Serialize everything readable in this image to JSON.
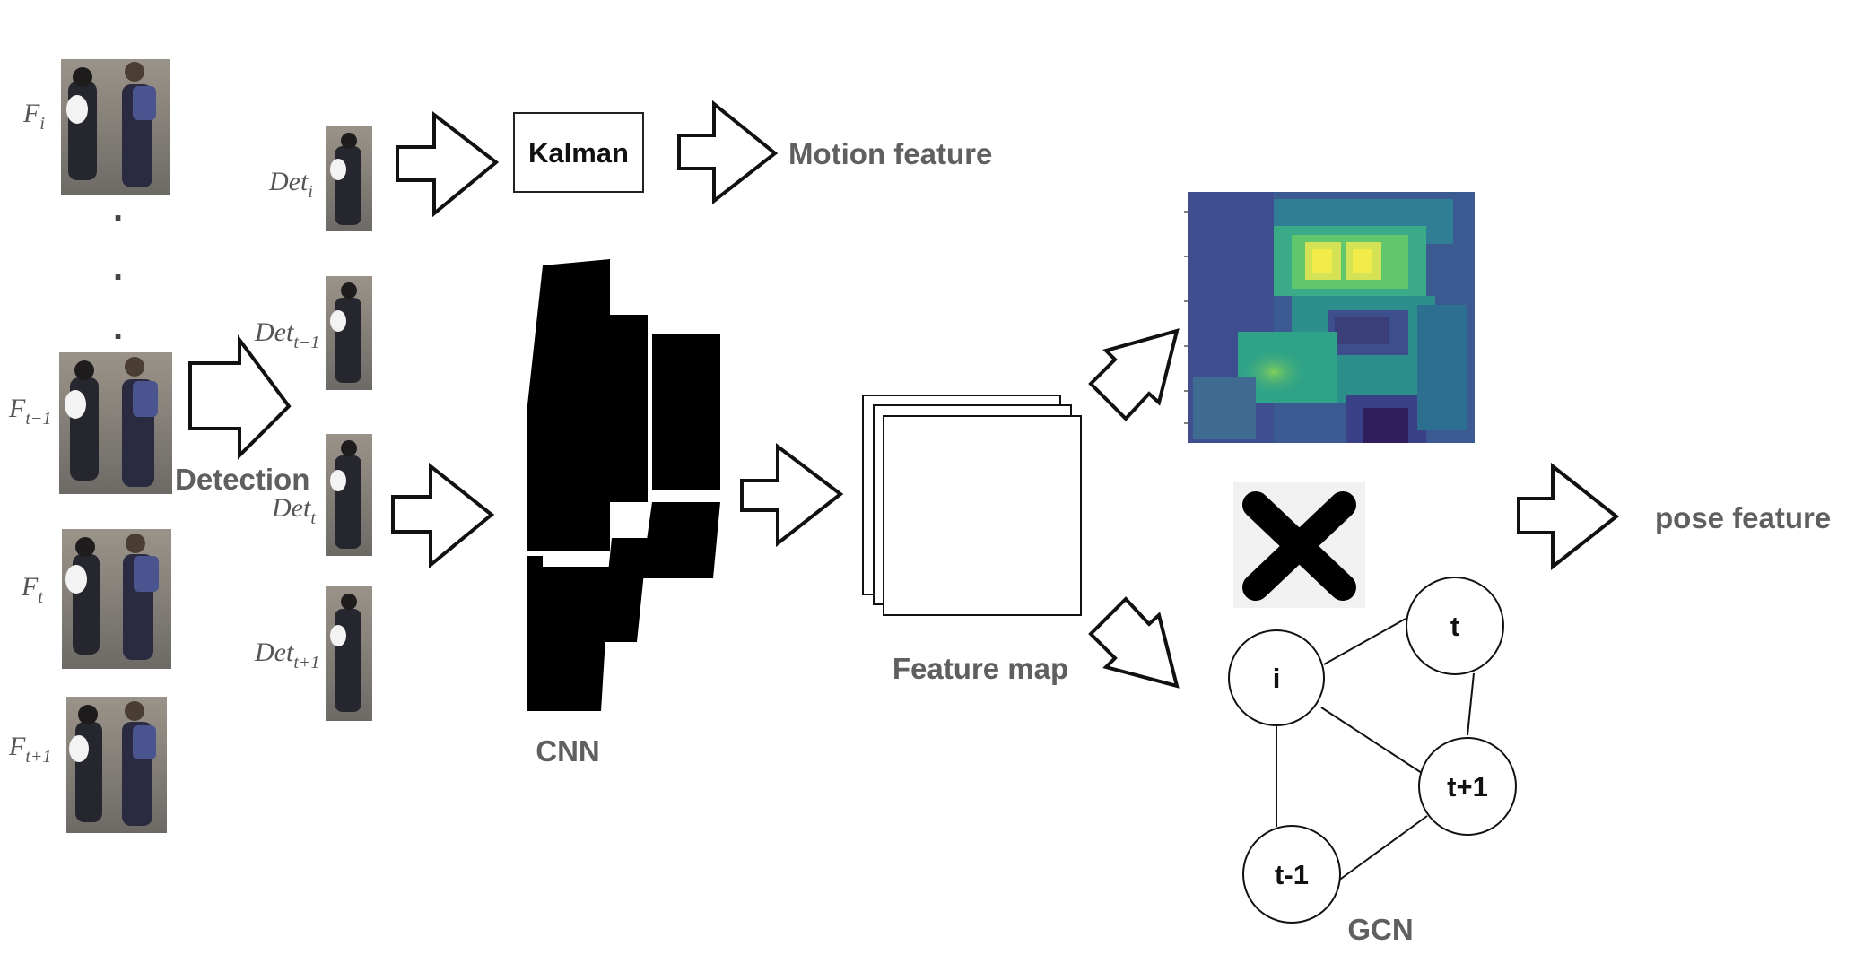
{
  "frames": [
    {
      "base": "F",
      "sub": "i"
    },
    {
      "base": "F",
      "sub": "t−1"
    },
    {
      "base": "F",
      "sub": "t"
    },
    {
      "base": "F",
      "sub": "t+1"
    }
  ],
  "detections": [
    {
      "base": "Det",
      "sub": "i"
    },
    {
      "base": "Det",
      "sub": "t−1"
    },
    {
      "base": "Det",
      "sub": "t"
    },
    {
      "base": "Det",
      "sub": "t+1"
    }
  ],
  "ellipsis": ".",
  "labels": {
    "detection": "Detection",
    "kalman": "Kalman",
    "motion_feature": "Motion feature",
    "cnn": "CNN",
    "feature_map": "Feature map",
    "pose_feature": "pose feature",
    "gcn": "GCN"
  },
  "graph": {
    "nodes": [
      "i",
      "t",
      "t+1",
      "t-1"
    ]
  },
  "colors": {
    "label_gray": "#5f5f5f",
    "heatmap_dark": "#3b4f8c",
    "heatmap_mid": "#2d9c8a",
    "heatmap_bright": "#f0e74a"
  },
  "icons": [
    "multiply-icon",
    "arrow-icon"
  ]
}
